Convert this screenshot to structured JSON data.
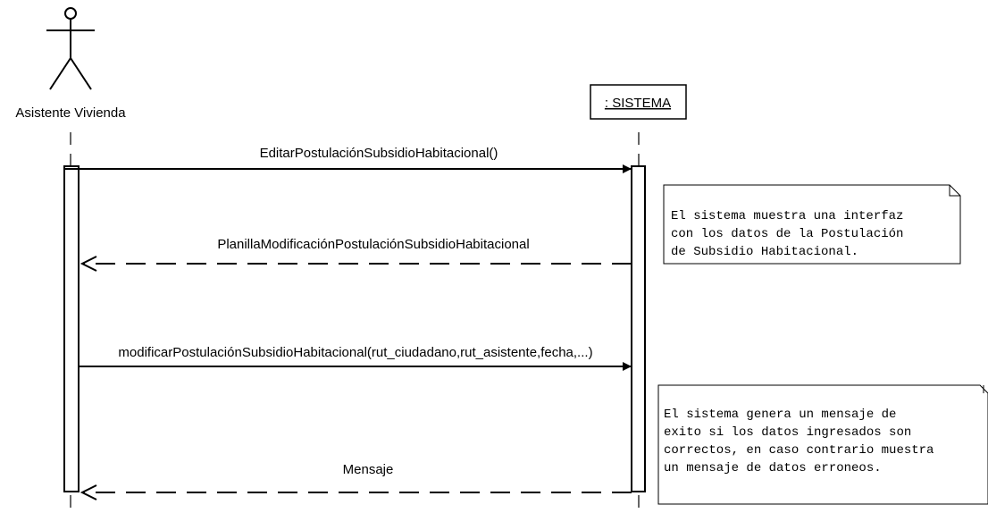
{
  "actor": {
    "name": "Asistente Vivienda"
  },
  "system": {
    "name": ": SISTEMA"
  },
  "messages": [
    {
      "label": "EditarPostulaciónSubsidioHabitacional()",
      "kind": "call"
    },
    {
      "label": "PlanillaModificaciónPostulaciónSubsidioHabitacional",
      "kind": "return"
    },
    {
      "label": "modificarPostulaciónSubsidioHabitacional(rut_ciudadano,rut_asistente,fecha,...)",
      "kind": "call"
    },
    {
      "label": "Mensaje",
      "kind": "return"
    }
  ],
  "notes": [
    {
      "lines": [
        "El sistema muestra una interfaz",
        "con los datos de la Postulación",
        "de Subsidio Habitacional."
      ]
    },
    {
      "lines": [
        "El sistema genera un mensaje de",
        "exito si los datos ingresados son",
        "correctos, en caso contrario muestra",
        "un mensaje de datos erroneos."
      ]
    }
  ]
}
